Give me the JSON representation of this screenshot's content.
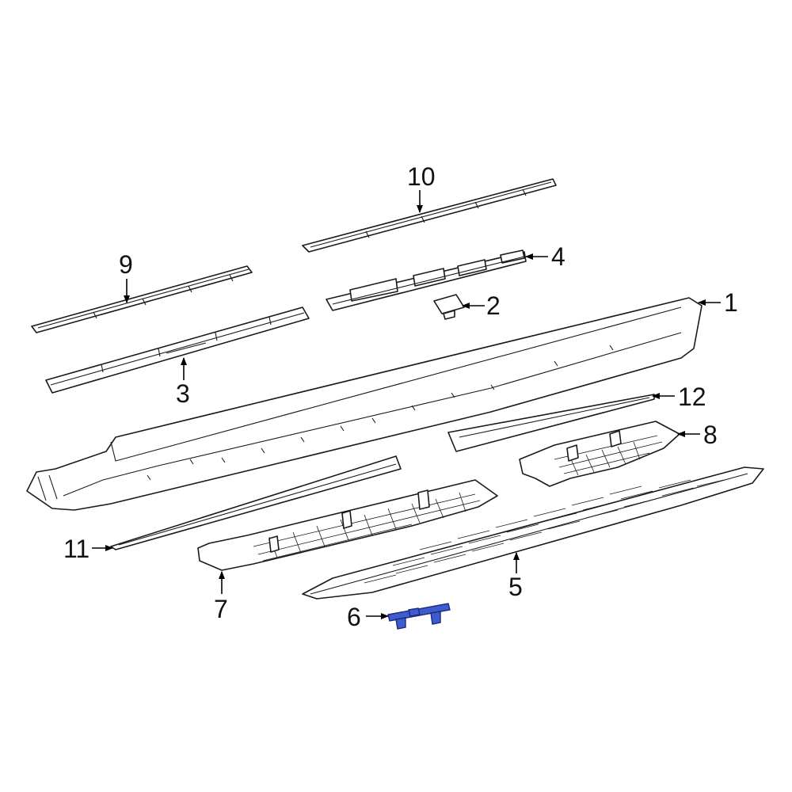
{
  "diagram": {
    "highlight_color": "#3f5bd0",
    "callouts": [
      {
        "id": "1",
        "label": "1"
      },
      {
        "id": "2",
        "label": "2"
      },
      {
        "id": "3",
        "label": "3"
      },
      {
        "id": "4",
        "label": "4"
      },
      {
        "id": "5",
        "label": "5"
      },
      {
        "id": "6",
        "label": "6"
      },
      {
        "id": "7",
        "label": "7"
      },
      {
        "id": "8",
        "label": "8"
      },
      {
        "id": "9",
        "label": "9"
      },
      {
        "id": "10",
        "label": "10"
      },
      {
        "id": "11",
        "label": "11"
      },
      {
        "id": "12",
        "label": "12"
      }
    ]
  }
}
